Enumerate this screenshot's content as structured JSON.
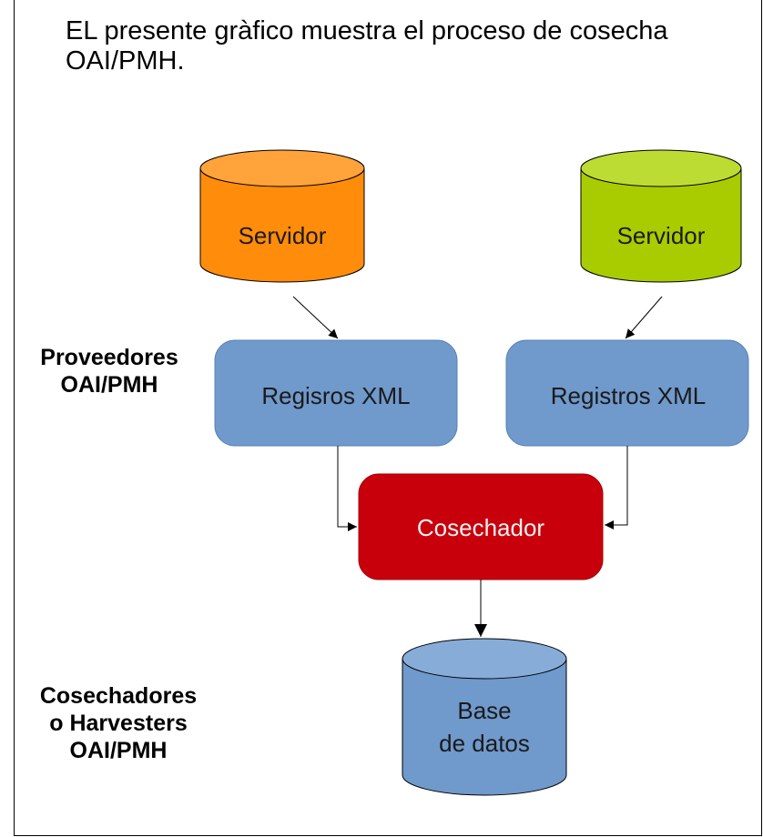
{
  "intro_text": "EL presente gràfico muestra el proceso de cosecha OAI/PMH.",
  "labels": {
    "providers": [
      "Proveedores",
      "OAI/PMH"
    ],
    "harvesters": [
      "Cosechadores",
      "o Harvesters",
      "OAI/PMH"
    ]
  },
  "nodes": {
    "server_left": {
      "label": "Servidor",
      "color": "#ff8c0a"
    },
    "server_right": {
      "label": "Servidor",
      "color": "#a8cc00"
    },
    "records_left": {
      "label": "Regisros XML",
      "color": "#7099cc"
    },
    "records_right": {
      "label": "Registros XML",
      "color": "#7099cc"
    },
    "harvester": {
      "label": "Cosechador",
      "color": "#c8000c"
    },
    "database": {
      "lines": [
        "Base",
        "de datos"
      ],
      "color": "#7099cc"
    }
  },
  "colors": {
    "text_on_blue": "#1a1a1a",
    "text_on_red": "#f2f2f2",
    "arrow": "#000000"
  }
}
